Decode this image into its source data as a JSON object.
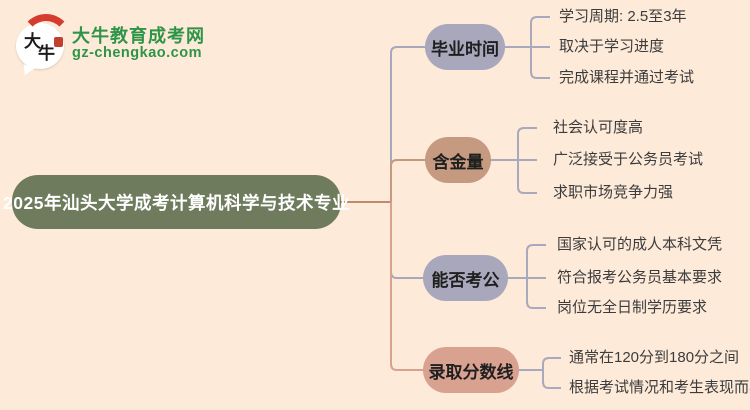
{
  "site": {
    "name": "大牛教育成考网",
    "url": "gz-chengkao.com",
    "mark_chars": [
      "大",
      "牛"
    ],
    "brand_green": "#2e9447",
    "logo_red": "#d53c2f"
  },
  "root": {
    "label": "2025年汕头大学成考计算机科学与技术专业",
    "color": "#6f7b5d",
    "text_color": "#ffffff"
  },
  "branches": [
    {
      "label": "毕业时间",
      "color": "#a8a7bb",
      "leaves": [
        "学习周期: 2.5至3年",
        "取决于学习进度",
        "完成课程并通过考试"
      ]
    },
    {
      "label": "含金量",
      "color": "#c69a80",
      "leaves": [
        "社会认可度高",
        "广泛接受于公务员考试",
        "求职市场竞争力强"
      ]
    },
    {
      "label": "能否考公",
      "color": "#a8a7bb",
      "leaves": [
        "国家认可的成人本科文凭",
        "符合报考公务员基本要求",
        "岗位无全日制学历要求"
      ]
    },
    {
      "label": "录取分数线",
      "color": "#d9a190",
      "leaves": [
        "通常在120分到180分之间",
        "根据考试情况和考生表现而异"
      ]
    }
  ],
  "palette": {
    "background": "#fdead9",
    "trunk_line": "#bf8a6e",
    "leaf_line": "#a9a9bd"
  }
}
